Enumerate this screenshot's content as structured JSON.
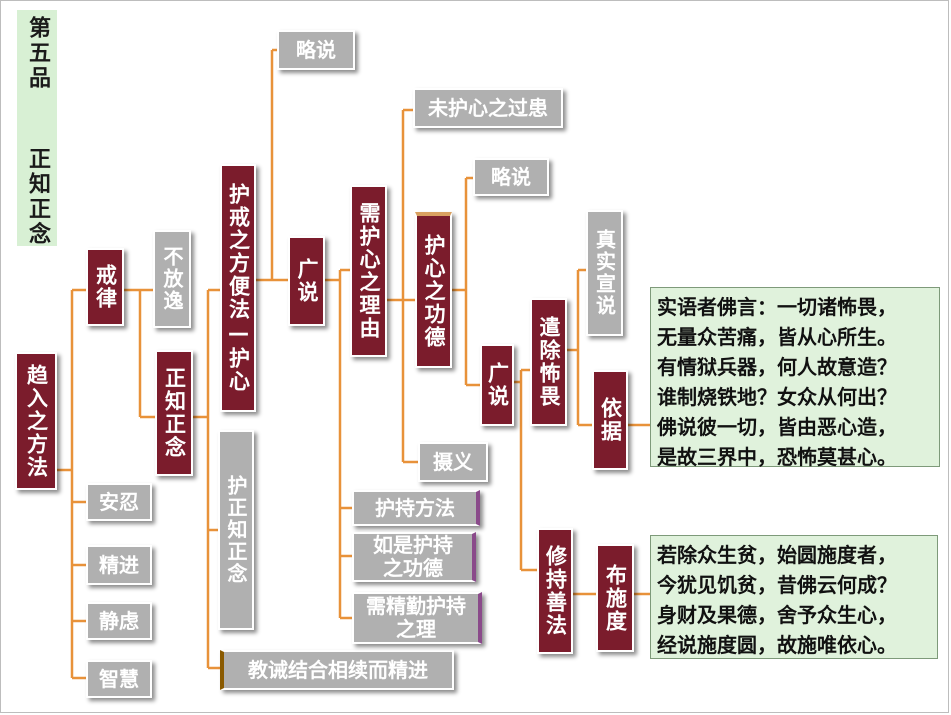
{
  "title": "第五品  正知正念",
  "root": "趋入之方法",
  "level1": {
    "jielv": "戒律",
    "anren": "安忍",
    "jingjin": "精进",
    "jinglv": "静虑",
    "zhihui": "智慧"
  },
  "level2": {
    "bufangyi": "不放逸",
    "zhengzhizhengnian": "正知正念"
  },
  "level3": {
    "hujie": "护戒之方便法—护心",
    "huzhengzhi": "护正知正念",
    "jiaojie": "教诫结合相续而精进"
  },
  "level4": {
    "lueshuo": "略说",
    "guangshuo": "广说"
  },
  "level5": {
    "xuhuxin": "需护心之理由",
    "huchifangfa": "护持方法",
    "rushi": "如是护持之功德",
    "xujingqin": "需精勤护持之理"
  },
  "level6": {
    "weihuxin": "未护心之过患",
    "huxingongde": "护心之功德",
    "sheyi": "摄义"
  },
  "level7": {
    "lueshuo": "略说",
    "guangshuo": "广说"
  },
  "level8": {
    "qianchu": "遣除怖畏",
    "xiuchi": "修持善法"
  },
  "level9": {
    "zhenshi": "真实宣说",
    "yiju": "依据",
    "bushidu": "布施度"
  },
  "verse1": [
    "实语者佛言：一切诸怖畏，",
    "无量众苦痛，皆从心所生。",
    "有情狱兵器，何人故意造？",
    "谁制烧铁地？女众从何出？",
    "佛说彼一切，皆由恶心造，",
    "是故三界中，恐怖莫甚心。"
  ],
  "verse2": [
    "若除众生贫，始圆施度者，",
    "今犹见饥贫，昔佛云何成？",
    "身财及果德，舍予众生心，",
    "经说施度圆，故施唯依心。"
  ],
  "colors": {
    "dark_red": "#7b1c2c",
    "gray": "#b0b0b0",
    "line_orange": "#e8923a",
    "verse_bg": "#e0f2dc",
    "title_bg": "#d8f0d4"
  }
}
